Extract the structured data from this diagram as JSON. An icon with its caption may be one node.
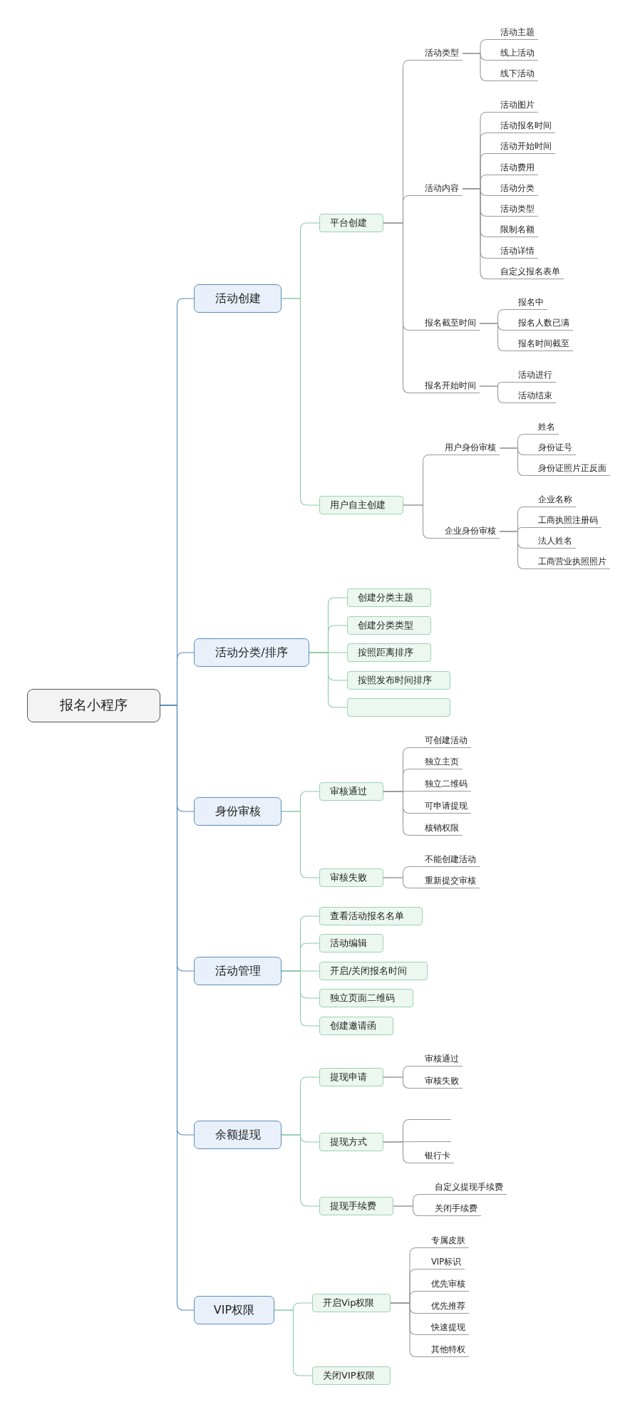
{
  "diagram": {
    "nodes": [
      {
        "text": [
          "报名小程序"
        ]
      },
      {
        "text": [
          "活动创建"
        ]
      },
      {
        "text": [
          "平台创建"
        ]
      },
      {
        "text": [
          "活动类型"
        ]
      },
      {
        "text": [
          "活动主题"
        ]
      },
      {
        "text": [
          "线上活动"
        ]
      },
      {
        "text": [
          "线下活动"
        ]
      },
      {
        "text": [
          "活动内容"
        ]
      },
      {
        "text": [
          "活动图片"
        ]
      },
      {
        "text": [
          "活动报名时间"
        ]
      },
      {
        "text": [
          "活动开始时间"
        ]
      },
      {
        "text": [
          "活动费用"
        ]
      },
      {
        "text": [
          "活动分类"
        ]
      },
      {
        "text": [
          "活动类型"
        ]
      },
      {
        "text": [
          "限制名额"
        ]
      },
      {
        "text": [
          "活动详情"
        ]
      },
      {
        "text": [
          "自定义报名表单"
        ]
      },
      {
        "text": [
          "报名截至时间"
        ]
      },
      {
        "text": [
          "报名中"
        ]
      },
      {
        "text": [
          "报名人数已满"
        ]
      },
      {
        "text": [
          "报名时间截至"
        ]
      },
      {
        "text": [
          "报名开始时间"
        ]
      },
      {
        "text": [
          "活动进行"
        ]
      },
      {
        "text": [
          "活动结束"
        ]
      },
      {
        "text": [
          "用户自主创建"
        ]
      },
      {
        "text": [
          "用户身份审核"
        ]
      },
      {
        "text": [
          "姓名"
        ]
      },
      {
        "text": [
          "身份证号"
        ]
      },
      {
        "text": [
          "身份证照片正反面"
        ]
      },
      {
        "text": [
          "企业身份审核"
        ]
      },
      {
        "text": [
          "企业名称"
        ]
      },
      {
        "text": [
          "工商执照注册码"
        ]
      },
      {
        "text": [
          "法人姓名"
        ]
      },
      {
        "text": [
          "工商营业执照照片"
        ]
      },
      {
        "text": [
          "活动分类/排序"
        ]
      },
      {
        "text": [
          "创建分类主题"
        ]
      },
      {
        "text": [
          "创建分类类型"
        ]
      },
      {
        "text": [
          "按照距离排序"
        ]
      },
      {
        "text": [
          "按照发布时间排序"
        ]
      },
      {
        "text": [],
        "shape": "box"
      },
      {
        "text": [
          "身份审核"
        ]
      },
      {
        "text": [
          "审核通过"
        ]
      },
      {
        "text": [
          "可创建活动"
        ]
      },
      {
        "text": [
          "独立主页"
        ]
      },
      {
        "text": [
          "独立二维码"
        ]
      },
      {
        "text": [
          "可申请提现"
        ]
      },
      {
        "text": [
          "核销权限"
        ]
      },
      {
        "text": [
          "审核失败"
        ]
      },
      {
        "text": [
          "不能创建活动"
        ]
      },
      {
        "text": [
          "重新提交审核"
        ]
      },
      {
        "text": [
          "活动管理"
        ]
      },
      {
        "text": [
          "查看活动报名名单"
        ]
      },
      {
        "text": [
          "活动编辑"
        ]
      },
      {
        "text": [
          "开启/关闭报名时间"
        ]
      },
      {
        "text": [
          "独立页面二维码"
        ]
      },
      {
        "text": [
          "创建邀请函"
        ]
      },
      {
        "text": [
          "余额提现"
        ]
      },
      {
        "text": [
          "提现申请"
        ]
      },
      {
        "text": [
          "审核通过"
        ]
      },
      {
        "text": [
          "审核失败"
        ]
      },
      {
        "text": [
          "提现方式"
        ]
      },
      {
        "text": [],
        "shape": "line"
      },
      {
        "text": [],
        "shape": "line"
      },
      {
        "text": [
          "银行卡"
        ]
      },
      {
        "text": [
          "提现手续费"
        ]
      },
      {
        "text": [
          "自定义提现手续费"
        ]
      },
      {
        "text": [
          "关闭手续费"
        ]
      },
      {
        "text": [
          "VIP权限"
        ]
      },
      {
        "text": [
          "开启Vip权限"
        ]
      },
      {
        "text": [
          "专属皮肤"
        ]
      },
      {
        "text": [
          "VIP标识"
        ]
      },
      {
        "text": [
          "优先审核"
        ]
      },
      {
        "text": [
          "优先推荐"
        ]
      },
      {
        "text": [
          "快速提现"
        ]
      },
      {
        "text": [
          "其他特权"
        ]
      },
      {
        "text": [
          "关闭VIP权限"
        ]
      }
    ],
    "edges": [
      {
        "from": 0,
        "to": 1,
        "arrow": "none",
        "color": "#5b8db8"
      },
      {
        "from": 1,
        "to": 2,
        "arrow": "none",
        "color": "#8ccaa8"
      },
      {
        "from": 2,
        "to": 3,
        "arrow": "none"
      },
      {
        "from": 3,
        "to": 4,
        "arrow": "none"
      },
      {
        "from": 3,
        "to": 5,
        "arrow": "none"
      },
      {
        "from": 3,
        "to": 6,
        "arrow": "none"
      },
      {
        "from": 2,
        "to": 7,
        "arrow": "none"
      },
      {
        "from": 7,
        "to": 8,
        "arrow": "none"
      },
      {
        "from": 7,
        "to": 9,
        "arrow": "none"
      },
      {
        "from": 7,
        "to": 10,
        "arrow": "none"
      },
      {
        "from": 7,
        "to": 11,
        "arrow": "none"
      },
      {
        "from": 7,
        "to": 12,
        "arrow": "none"
      },
      {
        "from": 7,
        "to": 13,
        "arrow": "none"
      },
      {
        "from": 7,
        "to": 14,
        "arrow": "none"
      },
      {
        "from": 7,
        "to": 15,
        "arrow": "none"
      },
      {
        "from": 7,
        "to": 16,
        "arrow": "none"
      },
      {
        "from": 2,
        "to": 17,
        "arrow": "none"
      },
      {
        "from": 17,
        "to": 18,
        "arrow": "none"
      },
      {
        "from": 17,
        "to": 19,
        "arrow": "none"
      },
      {
        "from": 17,
        "to": 20,
        "arrow": "none"
      },
      {
        "from": 2,
        "to": 21,
        "arrow": "none"
      },
      {
        "from": 21,
        "to": 22,
        "arrow": "none"
      },
      {
        "from": 21,
        "to": 23,
        "arrow": "none"
      },
      {
        "from": 1,
        "to": 24,
        "arrow": "none",
        "color": "#8ccaa8"
      },
      {
        "from": 24,
        "to": 25,
        "arrow": "none"
      },
      {
        "from": 25,
        "to": 26,
        "arrow": "none"
      },
      {
        "from": 25,
        "to": 27,
        "arrow": "none"
      },
      {
        "from": 25,
        "to": 28,
        "arrow": "none"
      },
      {
        "from": 24,
        "to": 29,
        "arrow": "none"
      },
      {
        "from": 29,
        "to": 30,
        "arrow": "none"
      },
      {
        "from": 29,
        "to": 31,
        "arrow": "none"
      },
      {
        "from": 29,
        "to": 32,
        "arrow": "none"
      },
      {
        "from": 29,
        "to": 33,
        "arrow": "none"
      },
      {
        "from": 0,
        "to": 34,
        "arrow": "none",
        "color": "#5b8db8"
      },
      {
        "from": 34,
        "to": 35,
        "arrow": "none",
        "color": "#8ccaa8"
      },
      {
        "from": 34,
        "to": 36,
        "arrow": "none",
        "color": "#8ccaa8"
      },
      {
        "from": 34,
        "to": 37,
        "arrow": "none",
        "color": "#8ccaa8"
      },
      {
        "from": 34,
        "to": 38,
        "arrow": "none",
        "color": "#8ccaa8"
      },
      {
        "from": 34,
        "to": 39,
        "arrow": "none",
        "color": "#8ccaa8"
      },
      {
        "from": 0,
        "to": 40,
        "arrow": "none",
        "color": "#5b8db8"
      },
      {
        "from": 40,
        "to": 41,
        "arrow": "none",
        "color": "#8ccaa8"
      },
      {
        "from": 41,
        "to": 42,
        "arrow": "none"
      },
      {
        "from": 41,
        "to": 43,
        "arrow": "none"
      },
      {
        "from": 41,
        "to": 44,
        "arrow": "none"
      },
      {
        "from": 41,
        "to": 45,
        "arrow": "none"
      },
      {
        "from": 41,
        "to": 46,
        "arrow": "none"
      },
      {
        "from": 40,
        "to": 47,
        "arrow": "none",
        "color": "#8ccaa8"
      },
      {
        "from": 47,
        "to": 48,
        "arrow": "none"
      },
      {
        "from": 47,
        "to": 49,
        "arrow": "none"
      },
      {
        "from": 0,
        "to": 50,
        "arrow": "none",
        "color": "#5b8db8"
      },
      {
        "from": 50,
        "to": 51,
        "arrow": "none",
        "color": "#8ccaa8"
      },
      {
        "from": 50,
        "to": 52,
        "arrow": "none",
        "color": "#8ccaa8"
      },
      {
        "from": 50,
        "to": 53,
        "arrow": "none",
        "color": "#8ccaa8"
      },
      {
        "from": 50,
        "to": 54,
        "arrow": "none",
        "color": "#8ccaa8"
      },
      {
        "from": 50,
        "to": 55,
        "arrow": "none",
        "color": "#8ccaa8"
      },
      {
        "from": 0,
        "to": 56,
        "arrow": "none",
        "color": "#5b8db8"
      },
      {
        "from": 56,
        "to": 57,
        "arrow": "none",
        "color": "#8ccaa8"
      },
      {
        "from": 57,
        "to": 58,
        "arrow": "none"
      },
      {
        "from": 57,
        "to": 59,
        "arrow": "none"
      },
      {
        "from": 56,
        "to": 60,
        "arrow": "none",
        "color": "#8ccaa8"
      },
      {
        "from": 60,
        "to": 61,
        "arrow": "none"
      },
      {
        "from": 60,
        "to": 62,
        "arrow": "none"
      },
      {
        "from": 60,
        "to": 63,
        "arrow": "none"
      },
      {
        "from": 56,
        "to": 64,
        "arrow": "none",
        "color": "#8ccaa8"
      },
      {
        "from": 64,
        "to": 65,
        "arrow": "none"
      },
      {
        "from": 64,
        "to": 66,
        "arrow": "none"
      },
      {
        "from": 0,
        "to": 67,
        "arrow": "none",
        "color": "#5b8db8"
      },
      {
        "from": 67,
        "to": 68,
        "arrow": "none",
        "color": "#8ccaa8"
      },
      {
        "from": 68,
        "to": 69,
        "arrow": "none"
      },
      {
        "from": 68,
        "to": 70,
        "arrow": "none"
      },
      {
        "from": 68,
        "to": 71,
        "arrow": "none"
      },
      {
        "from": 68,
        "to": 72,
        "arrow": "none"
      },
      {
        "from": 68,
        "to": 73,
        "arrow": "none"
      },
      {
        "from": 68,
        "to": 74,
        "arrow": "none"
      },
      {
        "from": 67,
        "to": 75,
        "arrow": "none",
        "color": "#8ccaa8"
      }
    ]
  }
}
